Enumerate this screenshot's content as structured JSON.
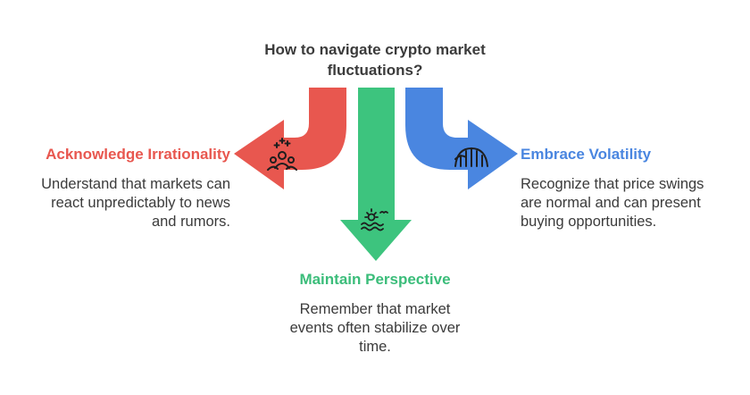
{
  "title": {
    "line1": "How to navigate crypto market",
    "line2": "fluctuations?"
  },
  "colors": {
    "left": "#e8574f",
    "middle": "#3dc47e",
    "right": "#4a86e0",
    "text": "#3b3b3b"
  },
  "branches": {
    "left": {
      "heading": "Acknowledge Irrationality",
      "lines": [
        "Understand that markets can",
        "react unpredictably to news",
        "and rumors."
      ],
      "icon": "crowd-icon"
    },
    "middle": {
      "heading": "Maintain Perspective",
      "lines": [
        "Remember that market",
        "events often stabilize over",
        "time."
      ],
      "icon": "sunset-icon"
    },
    "right": {
      "heading": "Embrace Volatility",
      "lines": [
        "Recognize that price swings",
        "are normal and can present",
        "buying opportunities."
      ],
      "icon": "roller-coaster-icon"
    }
  }
}
